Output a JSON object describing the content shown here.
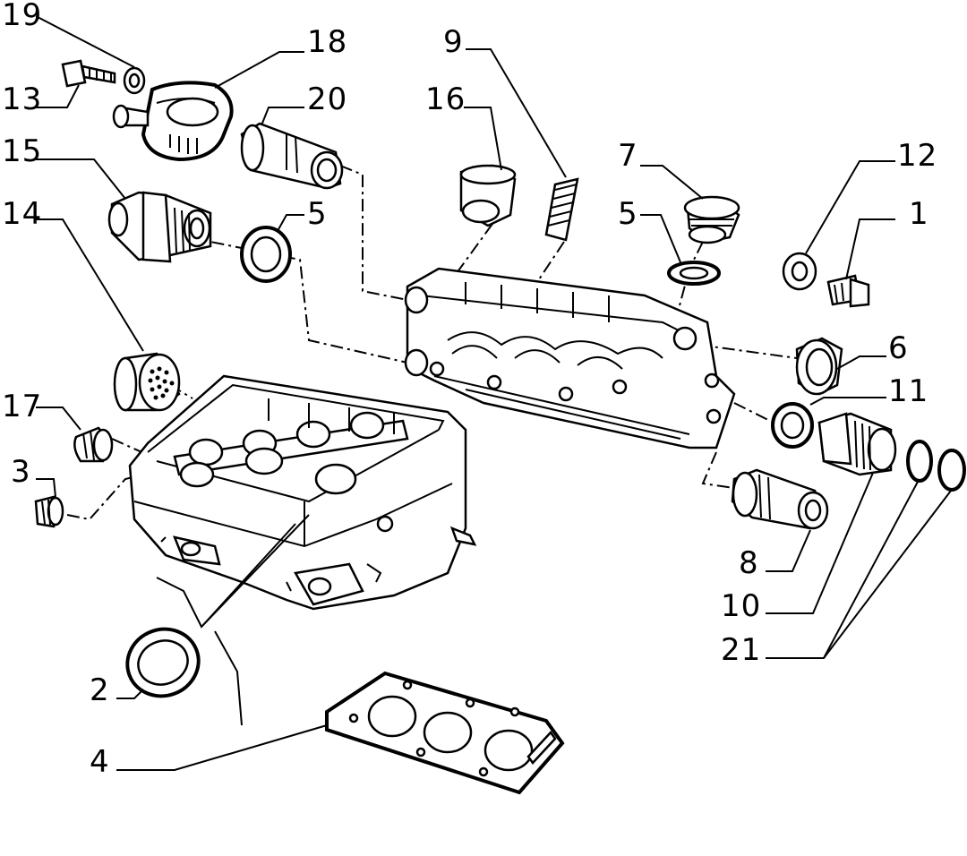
{
  "diagram": {
    "callouts": [
      {
        "id": "c19",
        "text": "19"
      },
      {
        "id": "c18",
        "text": "18"
      },
      {
        "id": "c13",
        "text": "13"
      },
      {
        "id": "c20",
        "text": "20"
      },
      {
        "id": "c16",
        "text": "16"
      },
      {
        "id": "c9",
        "text": "9"
      },
      {
        "id": "c15",
        "text": "15"
      },
      {
        "id": "c5a",
        "text": "5"
      },
      {
        "id": "c14",
        "text": "14"
      },
      {
        "id": "c7",
        "text": "7"
      },
      {
        "id": "c5b",
        "text": "5"
      },
      {
        "id": "c12",
        "text": "12"
      },
      {
        "id": "c1",
        "text": "1"
      },
      {
        "id": "c6",
        "text": "6"
      },
      {
        "id": "c11",
        "text": "11"
      },
      {
        "id": "c17",
        "text": "17"
      },
      {
        "id": "c3",
        "text": "3"
      },
      {
        "id": "c8",
        "text": "8"
      },
      {
        "id": "c10",
        "text": "10"
      },
      {
        "id": "c21",
        "text": "21"
      },
      {
        "id": "c2",
        "text": "2"
      },
      {
        "id": "c4",
        "text": "4"
      }
    ],
    "colors": {
      "ink": "#000000",
      "paper": "#ffffff"
    }
  }
}
